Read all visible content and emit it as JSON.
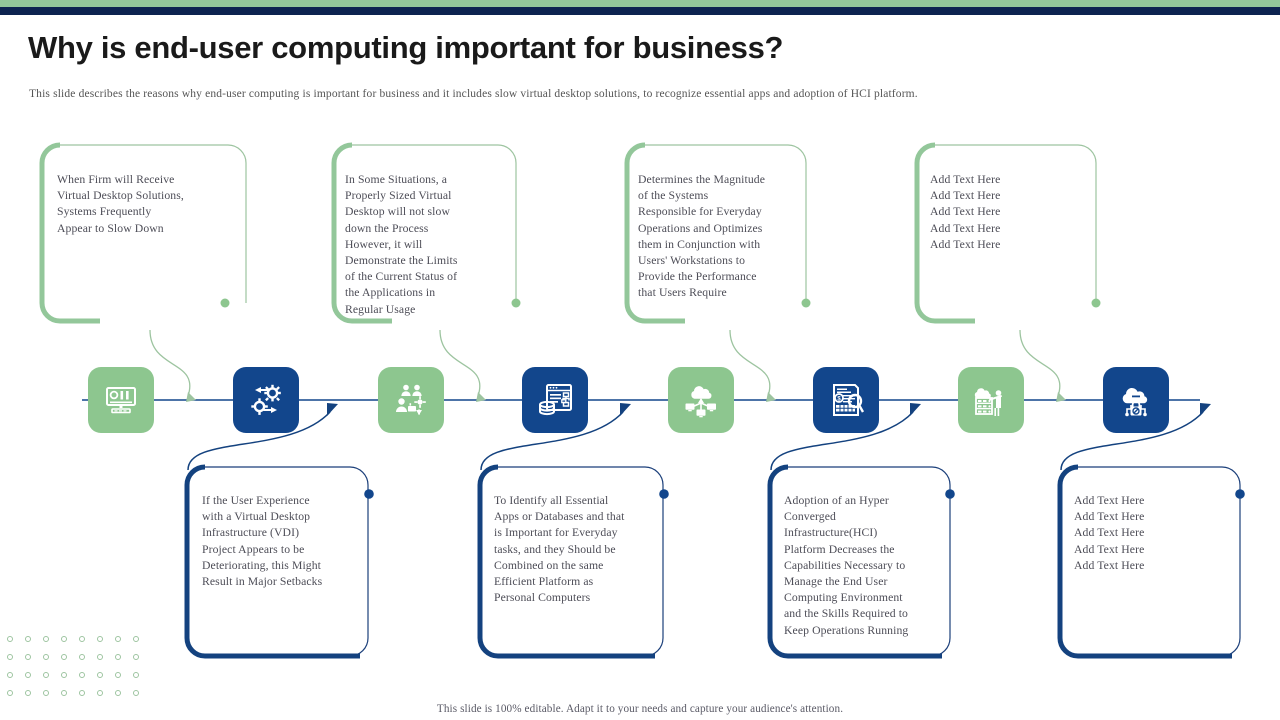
{
  "theme": {
    "green": "#8dc68f",
    "green_line": "#9dc4a0",
    "navy": "#12468c",
    "navy_dark": "#0d2350",
    "text": "#4d4d57"
  },
  "header": {
    "title": "Why is end-user computing important for business?",
    "subtitle": "This slide describes the reasons why end-user computing is important for business and it includes slow virtual desktop solutions, to recognize essential apps and adoption of HCI platform."
  },
  "top_cards": [
    {
      "id": "top-card-1",
      "text": "When Firm will Receive\nVirtual Desktop Solutions,\nSystems Frequently\nAppear to Slow Down"
    },
    {
      "id": "top-card-2",
      "text": "In Some Situations, a\nProperly Sized Virtual\nDesktop will not slow\ndown the Process\nHowever, it will\nDemonstrate the Limits\nof the Current Status of\nthe Applications in\nRegular Usage"
    },
    {
      "id": "top-card-3",
      "text": "Determines the Magnitude\nof the Systems\nResponsible for Everyday\nOperations and Optimizes\nthem in Conjunction with\nUsers' Workstations to\nProvide the Performance\nthat Users Require"
    },
    {
      "id": "top-card-4",
      "text": "Add Text Here\nAdd Text Here\nAdd Text Here\nAdd Text Here\nAdd Text Here"
    }
  ],
  "bottom_cards": [
    {
      "id": "bottom-card-1",
      "text": "If the User Experience\nwith a Virtual Desktop\nInfrastructure (VDI)\nProject Appears to be\nDeteriorating, this Might\nResult in Major Setbacks"
    },
    {
      "id": "bottom-card-2",
      "text": "To Identify all Essential\nApps or Databases and that\nis Important for Everyday\ntasks, and they Should be\nCombined on the same\nEfficient Platform as\nPersonal Computers"
    },
    {
      "id": "bottom-card-3",
      "text": "Adoption of an Hyper\nConverged\nInfrastructure(HCI)\nPlatform Decreases the\nCapabilities Necessary to\nManage the End User\nComputing Environment\nand the Skills Required to\nKeep Operations Running"
    },
    {
      "id": "bottom-card-4",
      "text": "Add Text Here\nAdd Text Here\nAdd Text Here\nAdd Text Here\nAdd Text Here"
    }
  ],
  "process_icons": [
    {
      "id": "icon-1",
      "name": "monitor-desktop-icon",
      "color": "green"
    },
    {
      "id": "icon-2",
      "name": "gears-exchange-icon",
      "color": "navy"
    },
    {
      "id": "icon-3",
      "name": "team-users-icon",
      "color": "green"
    },
    {
      "id": "icon-4",
      "name": "database-window-icon",
      "color": "navy"
    },
    {
      "id": "icon-5",
      "name": "cloud-network-icon",
      "color": "green"
    },
    {
      "id": "icon-6",
      "name": "document-search-icon",
      "color": "navy"
    },
    {
      "id": "icon-7",
      "name": "server-rack-person-icon",
      "color": "green"
    },
    {
      "id": "icon-8",
      "name": "cloud-lock-icon",
      "color": "navy"
    }
  ],
  "footer": {
    "note": "This slide is 100% editable. Adapt it to your needs and capture your audience's attention."
  }
}
